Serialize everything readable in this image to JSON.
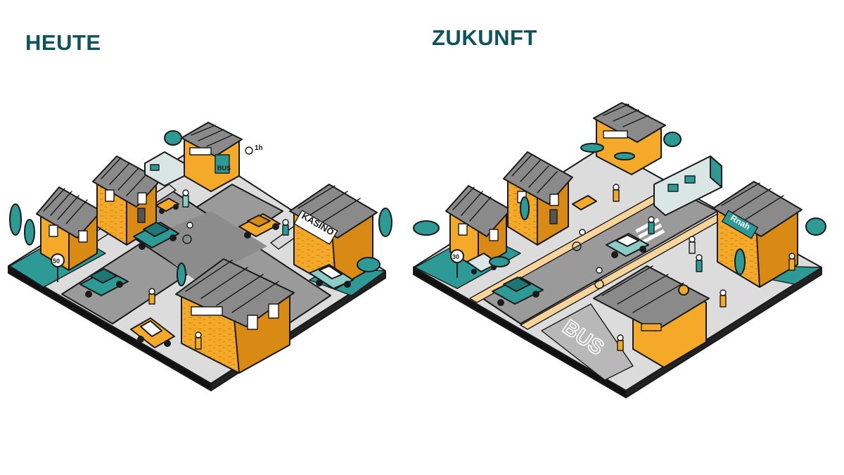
{
  "headings": {
    "today": "HEUTE",
    "future": "ZUKUNFT"
  },
  "colors": {
    "heading": "#0f5458",
    "building_orange": "#f4a929",
    "building_dark": "#d98a15",
    "teal": "#2e9a96",
    "teal_dark": "#1f7774",
    "road": "#9a9a9a",
    "road_dark": "#7e7e7e",
    "sidewalk": "#d9d9d9",
    "roof_dark": "#8a8a8a",
    "roof_light": "#c9c9c9",
    "bike_lane": "#f7d49a",
    "ink": "#1a1a1a"
  },
  "scenes": {
    "today": {
      "speed_sign": "50",
      "shop_sign": "KASINO",
      "bus_stop_sign": "BUS",
      "parking_label": "1h"
    },
    "future": {
      "speed_sign": "30",
      "shop_sign": "Rnah",
      "road_marking": "BUS"
    }
  }
}
